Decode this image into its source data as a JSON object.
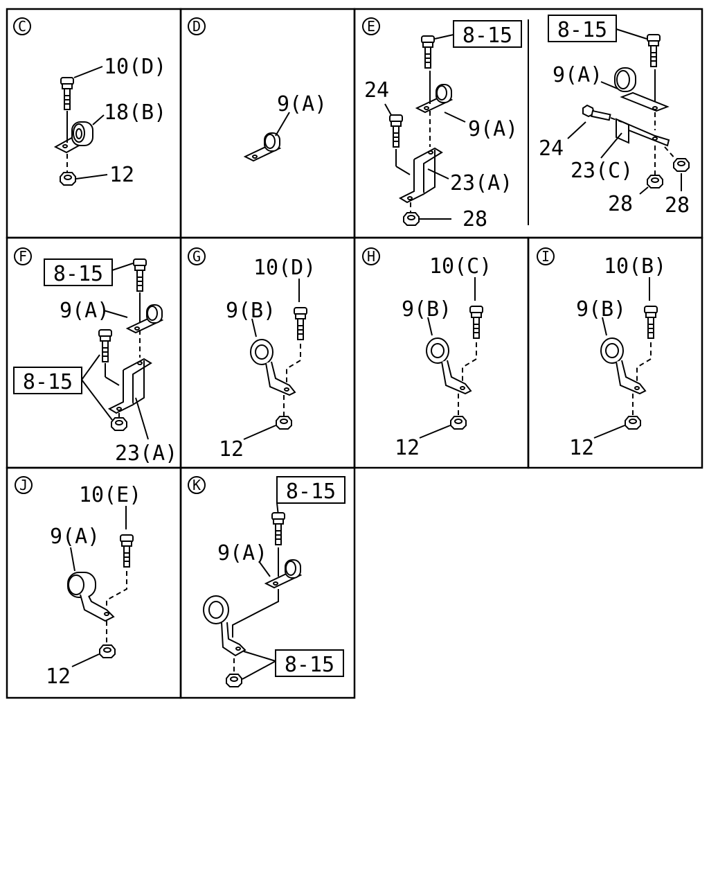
{
  "panels": {
    "C": {
      "letter": "C",
      "labels": {
        "bolt": "10(D)",
        "clip": "18(B)",
        "nut": "12"
      }
    },
    "D": {
      "letter": "D",
      "labels": {
        "clip": "9(A)"
      }
    },
    "E": {
      "letter": "E",
      "labels": {
        "ref_left": "8-15",
        "bolt_left": "24",
        "clip_left": "9(A)",
        "bracket_left": "23(A)",
        "nut_left": "28",
        "ref_right": "8-15",
        "clip_right": "9(A)",
        "bolt_right": "24",
        "bracket_right": "23(C)",
        "nut_right_1": "28",
        "nut_right_2": "28"
      }
    },
    "F": {
      "letter": "F",
      "labels": {
        "ref_top": "8-15",
        "clip": "9(A)",
        "ref_bottom": "8-15",
        "bracket": "23(A)"
      }
    },
    "G": {
      "letter": "G",
      "labels": {
        "bolt": "10(D)",
        "clip": "9(B)",
        "nut": "12"
      }
    },
    "H": {
      "letter": "H",
      "labels": {
        "bolt": "10(C)",
        "clip": "9(B)",
        "nut": "12"
      }
    },
    "I": {
      "letter": "I",
      "labels": {
        "bolt": "10(B)",
        "clip": "9(B)",
        "nut": "12"
      }
    },
    "J": {
      "letter": "J",
      "labels": {
        "bolt": "10(E)",
        "clip": "9(A)",
        "nut": "12"
      }
    },
    "K": {
      "letter": "K",
      "labels": {
        "ref_top": "8-15",
        "clip": "9(A)",
        "ref_bottom": "8-15"
      }
    }
  }
}
